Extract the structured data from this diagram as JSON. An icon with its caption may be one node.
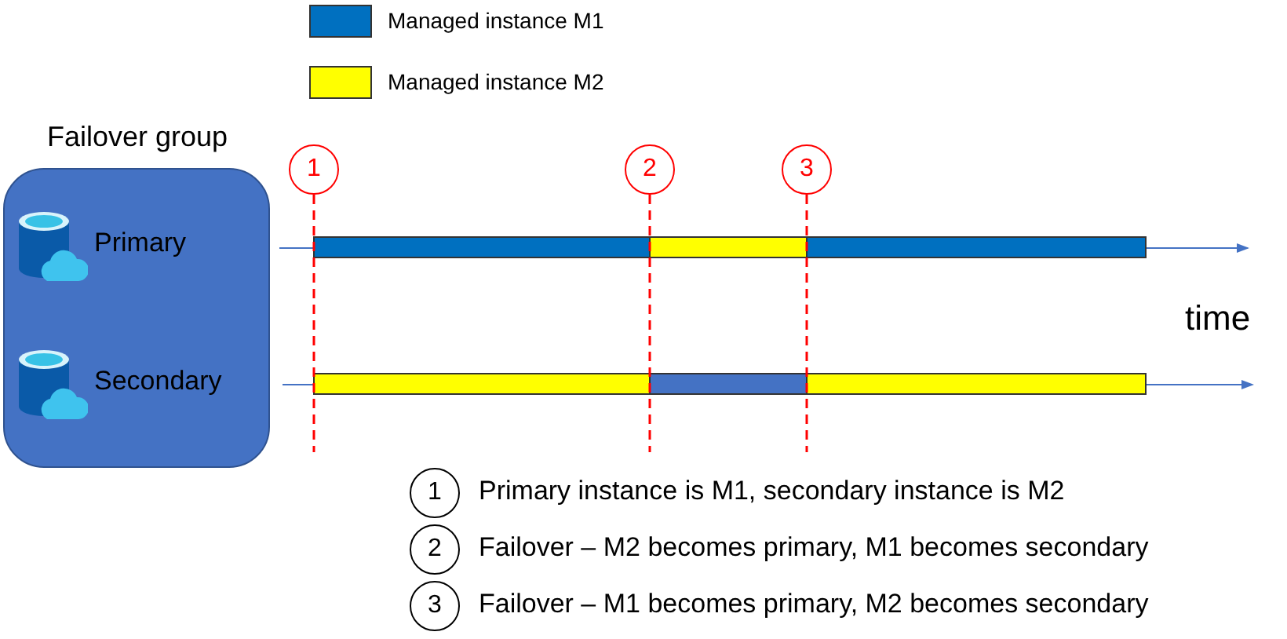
{
  "diagram": {
    "nodes": [
      {
        "text": [
          "Failover group"
        ]
      },
      {
        "text": [
          "Primary"
        ],
        "in": 0
      },
      {
        "text": [
          "Secondary"
        ],
        "in": 0
      },
      {
        "text": [
          "1"
        ]
      },
      {
        "text": [
          "2"
        ]
      },
      {
        "text": [
          "3"
        ]
      },
      {
        "text": [
          "1"
        ],
        "beside": [
          "Primary instance is M1, secondary instance is M2"
        ]
      },
      {
        "text": [
          "2"
        ],
        "beside": [
          "Failover – M2 becomes primary, M1 becomes secondary"
        ]
      },
      {
        "text": [
          "3"
        ],
        "beside": [
          "Failover – M1 becomes primary, M2 becomes secondary"
        ]
      }
    ],
    "edges": [
      {
        "from": 3,
        "to": null,
        "arrow": "none",
        "style": "dashed"
      },
      {
        "from": 4,
        "to": null,
        "arrow": "none",
        "style": "dashed"
      },
      {
        "from": 5,
        "to": null,
        "arrow": "none",
        "style": "dashed"
      }
    ],
    "labels": [
      "time"
    ],
    "legend": [
      {
        "text": "Managed instance M1",
        "color": "#0070c0"
      },
      {
        "text": "Managed instance M2",
        "color": "#ffff00"
      }
    ]
  }
}
